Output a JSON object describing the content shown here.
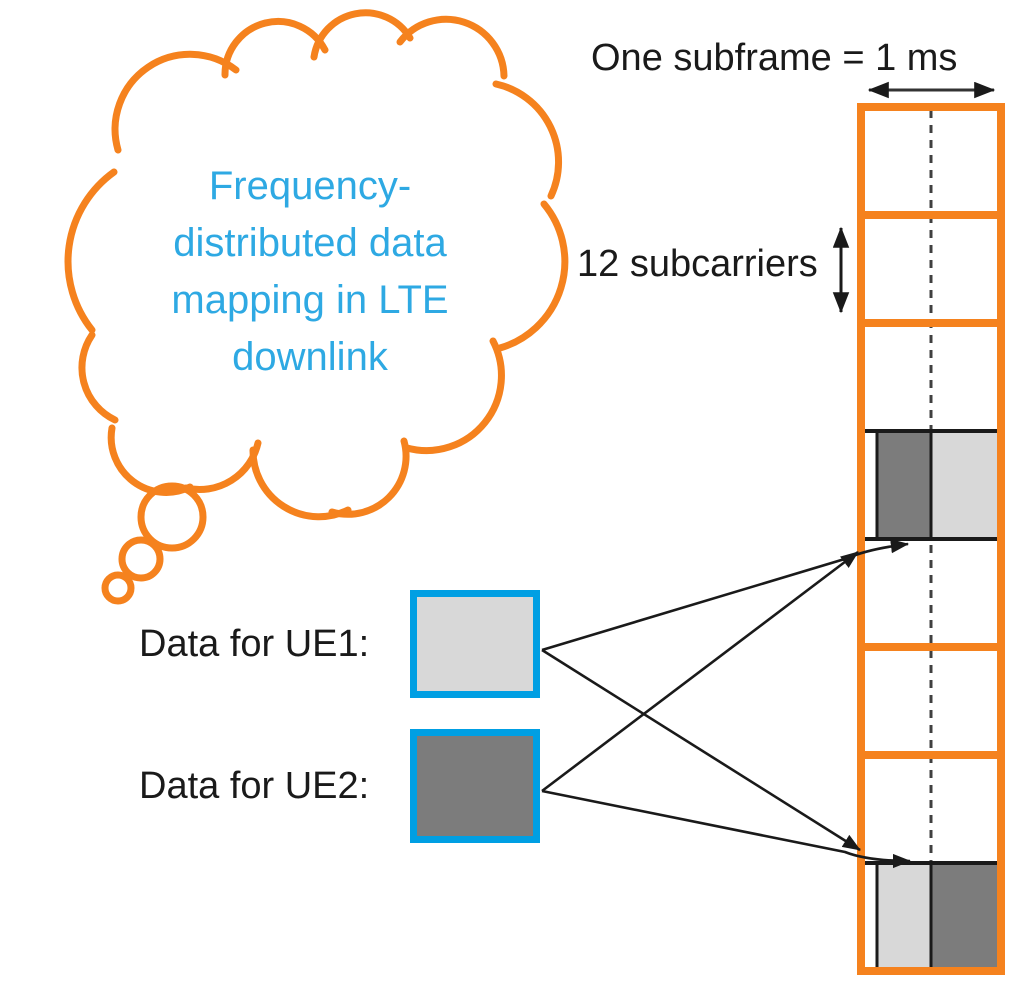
{
  "colors": {
    "orange": "#F5821E",
    "azure_border": "#009FE3",
    "cyan_text": "#2EA9E3",
    "light_gray": "#D8D8D8",
    "dark_gray": "#7C7C7C",
    "line_black": "#1A1A1A"
  },
  "thought_cloud": {
    "lines": [
      "Frequency-",
      "distributed data",
      "mapping in LTE",
      "downlink"
    ]
  },
  "annotations": {
    "subframe_label": "One subframe = 1 ms",
    "subcarriers_label": "12 subcarriers"
  },
  "legend": {
    "ue1_label": "Data for UE1:",
    "ue2_label": "Data for UE2:"
  },
  "resource_grid": {
    "rows": 8,
    "allocations": [
      {
        "row": 4,
        "left_half": "UE2",
        "right_half": "UE1"
      },
      {
        "row": 8,
        "left_half": "UE1",
        "right_half": "UE2"
      }
    ]
  }
}
